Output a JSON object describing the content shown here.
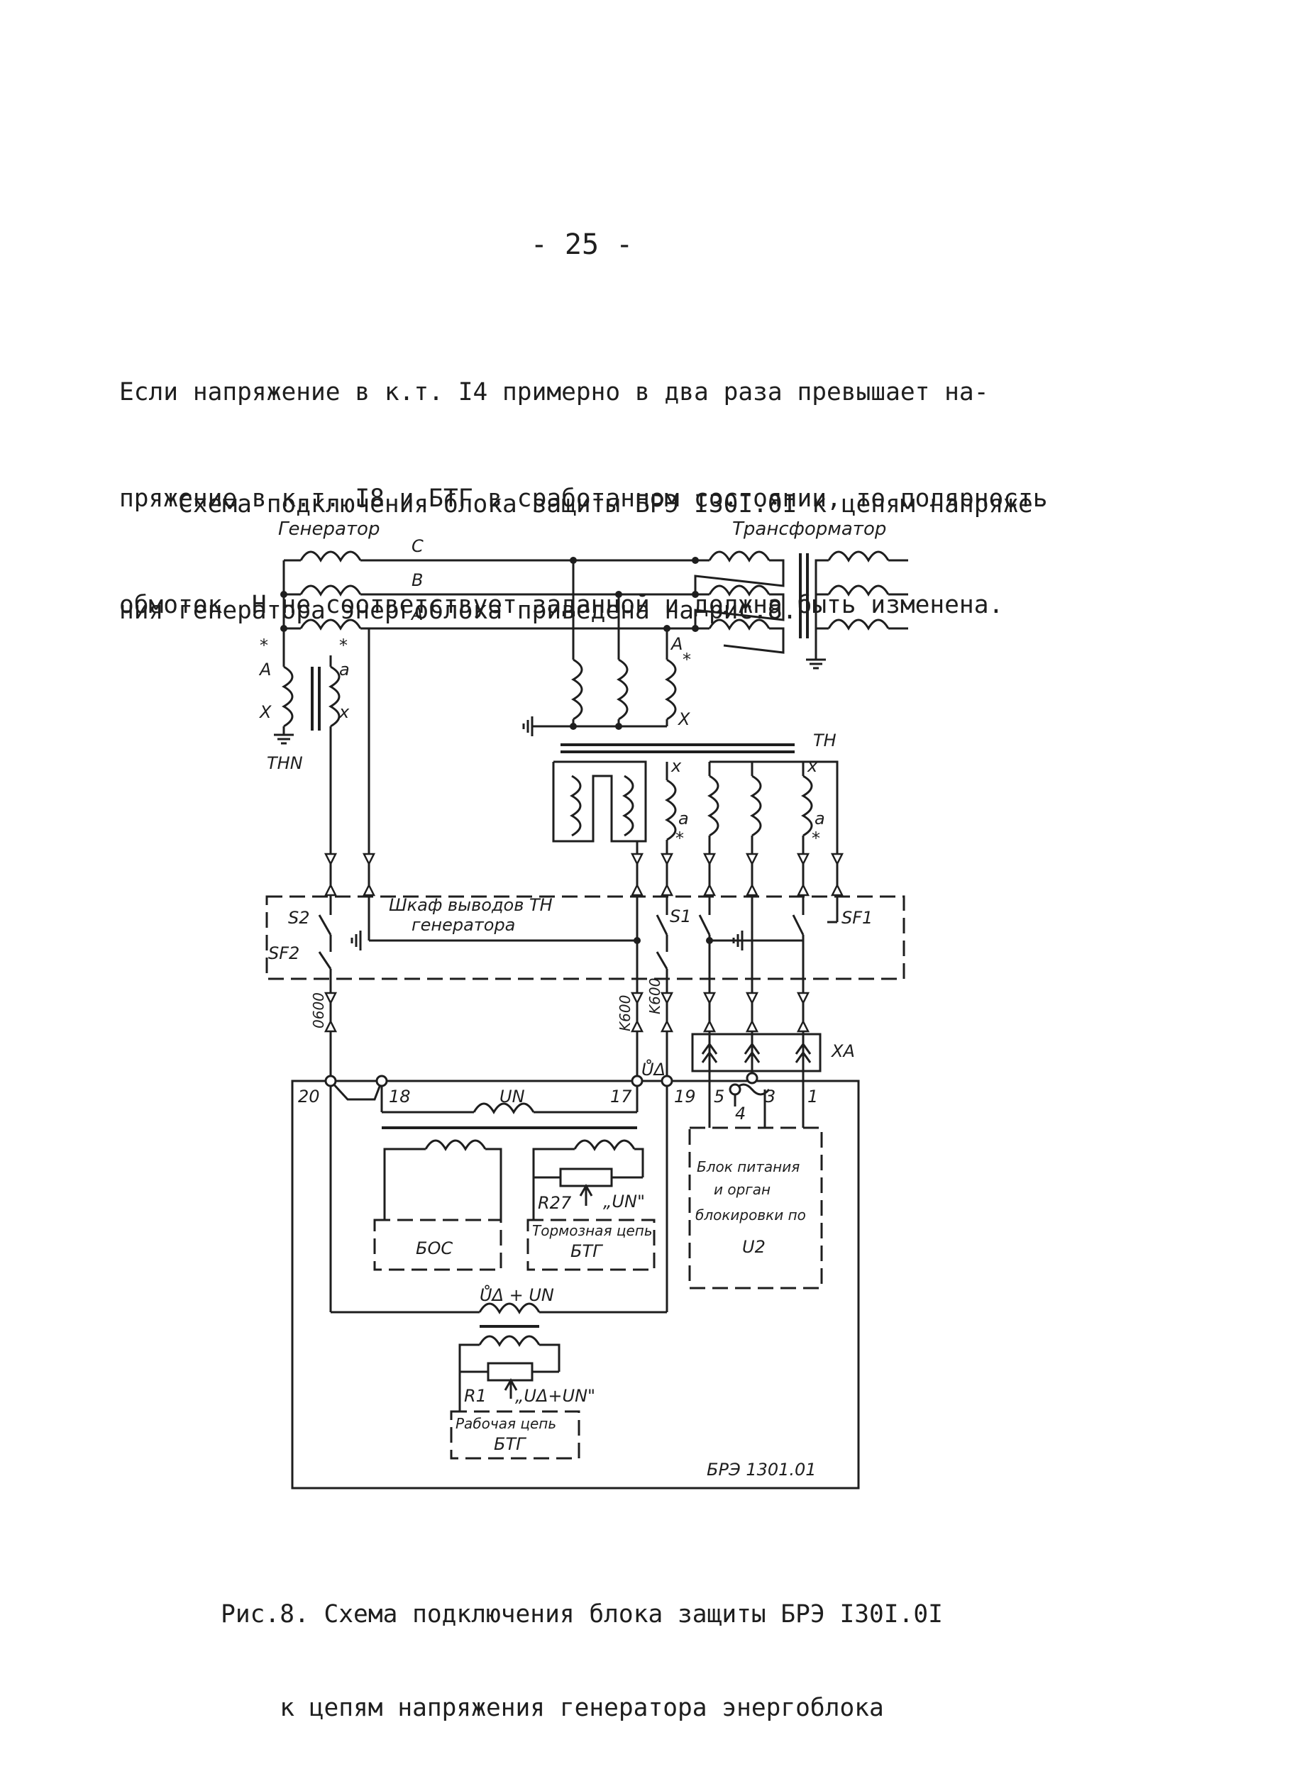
{
  "page_number": "- 25 -",
  "paragraph1": [
    "Если напряжение в к.т. I4 примерно в два раза превышает на-",
    "пряжение в к.т. I8 и БТГ в сработанном состоянии, то полярность",
    "обмоток  Н не соответствует заданной и должна быть изменена."
  ],
  "paragraph2": [
    "    Схема подключения блока защиты БРЭ I30I.0I к цепям напряже-",
    "ния генератора энергоблока приведена на рис.8."
  ],
  "diagram": {
    "generator": "Генератор",
    "transformer": "Трансформатор",
    "phase_c": "C",
    "phase_b": "B",
    "phase_a": "A",
    "thn_star": "*",
    "thn_A": "A",
    "thn_X": "X",
    "thn_a": "a",
    "thn_x": "x",
    "thn_label": "THN",
    "th_A": "A",
    "th_star": "*",
    "th_X": "X",
    "th_label": "TH",
    "sec_x1": "x",
    "sec_a1": "a",
    "sec_star1": "*",
    "sec_x2": "x",
    "sec_a2": "a",
    "sec_star2": "*",
    "cabinet_line1": "Шкаф выводов TH",
    "cabinet_line2": "генератора",
    "s2": "S2",
    "sf2": "SF2",
    "s1": "S1",
    "sf1": "SF1",
    "wire_0600": "0600",
    "wire_k600": "K600",
    "wire_k600b": "K600",
    "u_delta": "ŮΔ",
    "xa": "XA",
    "t20": "20",
    "t18": "18",
    "t17": "17",
    "t19": "19",
    "t5": "5",
    "t4": "4",
    "t3": "3",
    "t1": "1",
    "u_n": "UN",
    "bos": "БОС",
    "r27": "R27",
    "u_n2": "„UN\"",
    "brake_line1": "Тормозная цепь",
    "brake_line2": "БТГ",
    "power_line1": "Блок питания",
    "power_line2": "и орган",
    "power_line3": "блокировки по",
    "power_line4": "U2",
    "u_sum": "ŮΔ + UN",
    "r1": "R1",
    "u_sum2": "„UΔ+UN\"",
    "work_line1": "Рабочая цепь",
    "work_line2": "БТГ",
    "bre": "БРЭ  1301.01"
  },
  "caption": [
    "Рис.8. Схема подключения блока защиты БРЭ I30I.0I",
    "к цепям напряжения генератора энергоблока"
  ]
}
